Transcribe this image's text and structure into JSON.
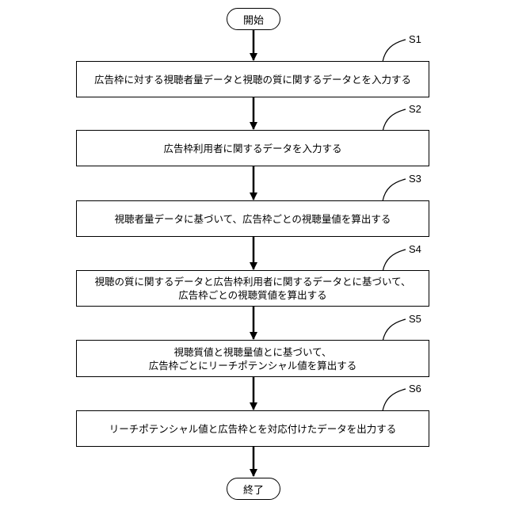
{
  "start_label": "開始",
  "end_label": "終了",
  "steps": [
    {
      "id": "S1",
      "text": "広告枠に対する視聴者量データと視聴の質に関するデータとを入力する"
    },
    {
      "id": "S2",
      "text": "広告枠利用者に関するデータを入力する"
    },
    {
      "id": "S3",
      "text": "視聴者量データに基づいて、広告枠ごとの視聴量値を算出する"
    },
    {
      "id": "S4",
      "text": "視聴の質に関するデータと広告枠利用者に関するデータとに基づいて、\n広告枠ごとの視聴質値を算出する"
    },
    {
      "id": "S5",
      "text": "視聴質値と視聴量値とに基づいて、\n広告枠ごとにリーチポテンシャル値を算出する"
    },
    {
      "id": "S6",
      "text": "リーチポテンシャル値と広告枠とを対応付けたデータを出力する"
    }
  ]
}
